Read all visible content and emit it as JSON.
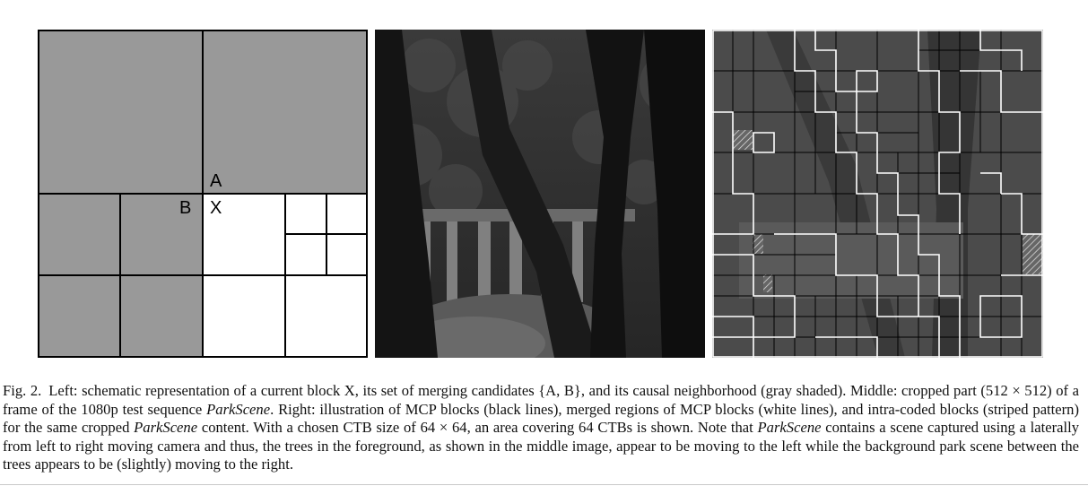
{
  "schematic": {
    "label_a": "A",
    "label_b": "B",
    "label_x": "X",
    "gray_color": "#999999",
    "line_color": "#000000"
  },
  "photo": {
    "description_icon": "park-scene-photo"
  },
  "partition": {
    "mcp_line_color": "#000000",
    "merge_line_color": "#ffffff"
  },
  "caption": {
    "lead": "Fig. 2.",
    "seg1": "Left: schematic representation of a current block X, its set of merging candidates {A, B}, and its causal neighborhood (gray shaded). Middle: cropped part (512 × 512) of a frame of the 1080p test sequence ",
    "em1": "ParkScene",
    "seg2": ". Right: illustration of MCP blocks (black lines), merged regions of MCP blocks (white lines), and intra-coded blocks (striped pattern) for the same cropped ",
    "em2": "ParkScene",
    "seg3": " content. With a chosen CTB size of 64 × 64, an area covering 64 CTBs is shown. Note that ",
    "em3": "ParkScene",
    "seg4": " contains a scene captured using a laterally from left to right moving camera and thus, the trees in the foreground, as shown in the middle image, appear to be moving to the left while the background park scene between the trees appears to be (slightly) moving to the right."
  }
}
